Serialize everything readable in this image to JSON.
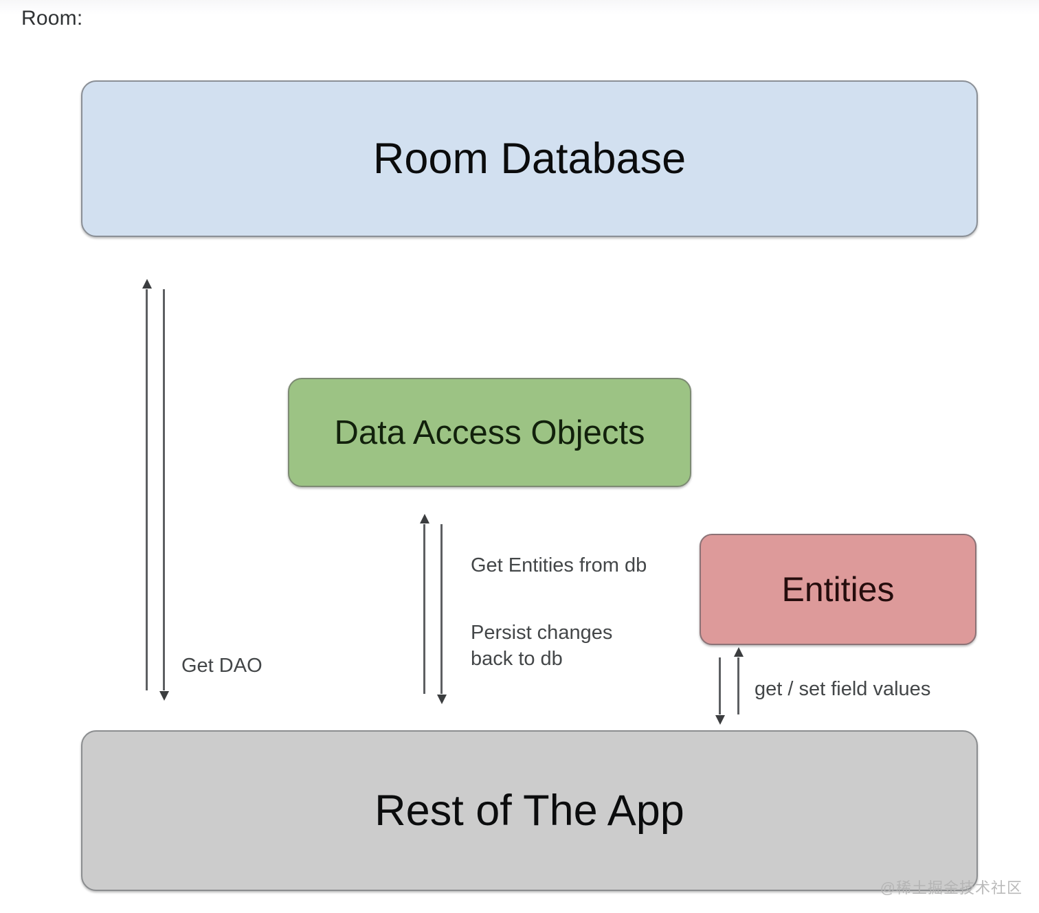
{
  "page": {
    "heading": "Room:",
    "background_color": "#ffffff",
    "watermark": "@稀土掘金技术社区"
  },
  "diagram": {
    "type": "architecture-block-diagram",
    "nodes": [
      {
        "id": "room-database",
        "label": "Room Database",
        "fill": "#d2e0f0",
        "border": "#8a8f96",
        "text_color": "#0b0c0d"
      },
      {
        "id": "data-access-objects",
        "label": "Data Access Objects",
        "fill": "#9cc384",
        "border": "#7c8a72",
        "text_color": "#12210c"
      },
      {
        "id": "entities",
        "label": "Entities",
        "fill": "#dd9a9a",
        "border": "#8c7276",
        "text_color": "#250d0d"
      },
      {
        "id": "rest-of-the-app",
        "label": "Rest of The App",
        "fill": "#cccccc",
        "border": "#8b8d8f",
        "text_color": "#0b0c0d"
      }
    ],
    "edges": [
      {
        "id": "get-dao",
        "label": "Get DAO",
        "from": "rest-of-the-app",
        "to": "room-database",
        "direction": "bidirectional"
      },
      {
        "id": "get-entities-from-db",
        "label": "Get Entities from db",
        "from": "data-access-objects",
        "to": "rest-of-the-app",
        "direction": "bidirectional"
      },
      {
        "id": "persist-changes-back-to-db",
        "label": "Persist changes\nback to db",
        "from": "rest-of-the-app",
        "to": "data-access-objects",
        "direction": "bidirectional"
      },
      {
        "id": "get-set-field-values",
        "label": "get / set field values",
        "from": "entities",
        "to": "rest-of-the-app",
        "direction": "bidirectional"
      }
    ]
  }
}
